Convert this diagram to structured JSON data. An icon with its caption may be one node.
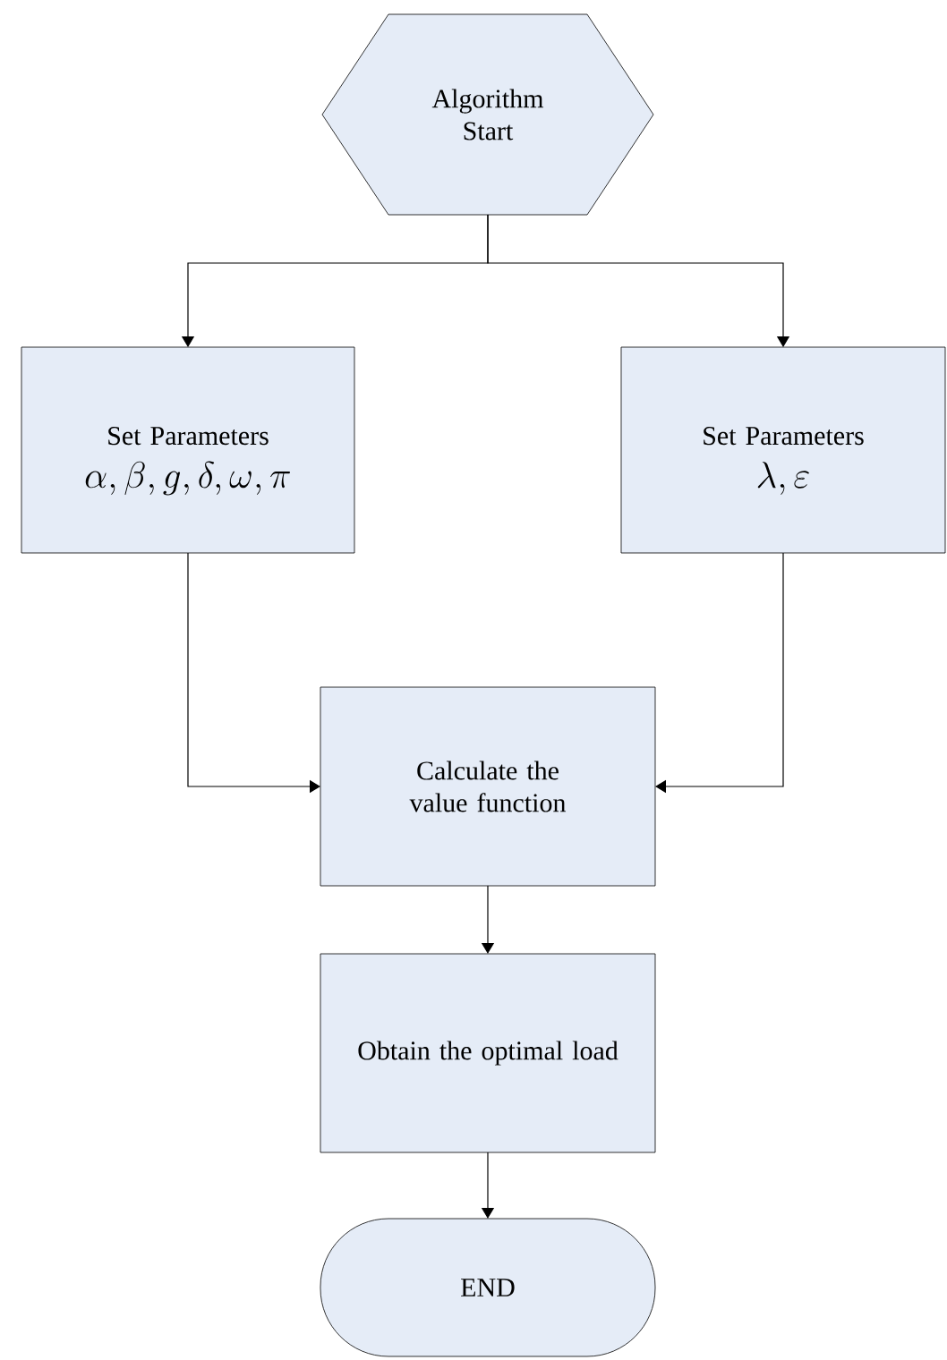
{
  "diagram": {
    "nodes": [
      {
        "text": [
          "Algorithm Start"
        ]
      },
      {
        "text": [
          "Set Parameters",
          "\\alpha,\\beta,g,\\delta,\\omega,\\pi"
        ]
      },
      {
        "text": [
          "Set Parameters",
          "\\lambda,\\varepsilon"
        ]
      },
      {
        "text": [
          "Calculate the value function"
        ]
      },
      {
        "text": [
          "Obtain the optimal load"
        ]
      },
      {
        "text": [
          "END"
        ]
      }
    ],
    "edges": [
      {
        "from": 0,
        "to": 1,
        "arrow": "to"
      },
      {
        "from": 0,
        "to": 2,
        "arrow": "to"
      },
      {
        "from": 1,
        "to": 3,
        "arrow": "to"
      },
      {
        "from": 2,
        "to": 3,
        "arrow": "to"
      },
      {
        "from": 3,
        "to": 4,
        "arrow": "to"
      },
      {
        "from": 4,
        "to": 5,
        "arrow": "to"
      }
    ]
  }
}
